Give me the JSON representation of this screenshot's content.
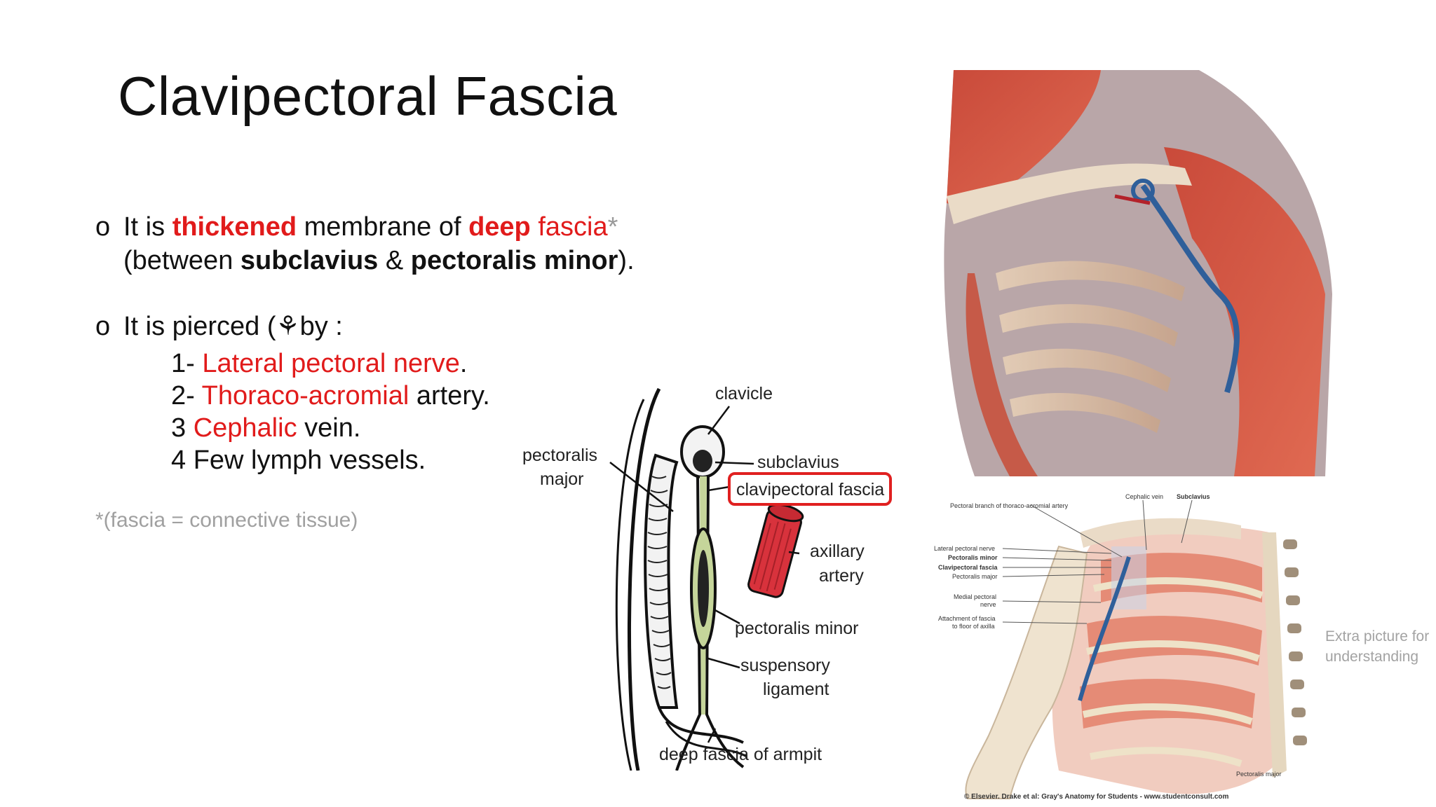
{
  "slide": {
    "title": "Clavipectoral Fascia",
    "bullet_glyph": "o",
    "bullet1": {
      "p1": "It is ",
      "p2": "thickened",
      "p3": " membrane of ",
      "p4": "deep",
      "p5": " fascia",
      "p6": "*",
      "line2_p1": "(between ",
      "line2_p2": "subclavius",
      "line2_p3": " & ",
      "line2_p4": "pectoralis minor",
      "line2_p5": ")."
    },
    "bullet2": {
      "lead": "It is pierced (",
      "glyph": "⚘",
      "tail": "by :"
    },
    "pierced_items": [
      {
        "num": "1-  ",
        "name": "Lateral pectoral nerve",
        "rest": "."
      },
      {
        "num": "2- ",
        "name": "Thoraco-acromial",
        "rest": " artery."
      },
      {
        "num": "3  ",
        "name": "Cephalic",
        "rest": " vein."
      },
      {
        "num": "4  ",
        "name": "",
        "rest": "Few lymph vessels."
      }
    ],
    "footnote": "*(fascia = connective tissue)",
    "extra_note_line1": "Extra picture for",
    "extra_note_line2": "understanding"
  },
  "diagram": {
    "labels": {
      "clavicle": "clavicle",
      "pectoralis_major_1": "pectoralis",
      "pectoralis_major_2": "major",
      "subclavius": "subclavius",
      "clavipectoral_fascia": "clavipectoral fascia",
      "axillary_1": "axillary",
      "axillary_2": "artery",
      "pectoralis_minor": "pectoralis minor",
      "suspensory_1": "suspensory",
      "suspensory_2": "ligament",
      "deep_fascia": "deep fascia of armpit"
    },
    "colors": {
      "highlight_box": "#e02020",
      "artery": "#d8323c",
      "fascia": "#c5d59a"
    }
  },
  "atlas": {
    "labels": {
      "pectoral_branch": "Pectoral branch of thoraco-acromial artery",
      "cephalic_vein": "Cephalic vein",
      "subclavius": "Subclavius",
      "lateral_pectoral_nerve": "Lateral pectoral nerve",
      "pectoralis_minor": "Pectoralis minor",
      "clavipectoral_fascia": "Clavipectoral fascia",
      "pectoralis_major": "Pectoralis major",
      "medial_pectoral_1": "Medial pectoral",
      "medial_pectoral_2": "nerve",
      "attachment_1": "Attachment of fascia",
      "attachment_2": "to floor of axilla",
      "pectoralis_major_bottom": "Pectoralis major",
      "credit": "© Elsevier. Drake et al: Gray's Anatomy for Students - www.studentconsult.com"
    }
  }
}
